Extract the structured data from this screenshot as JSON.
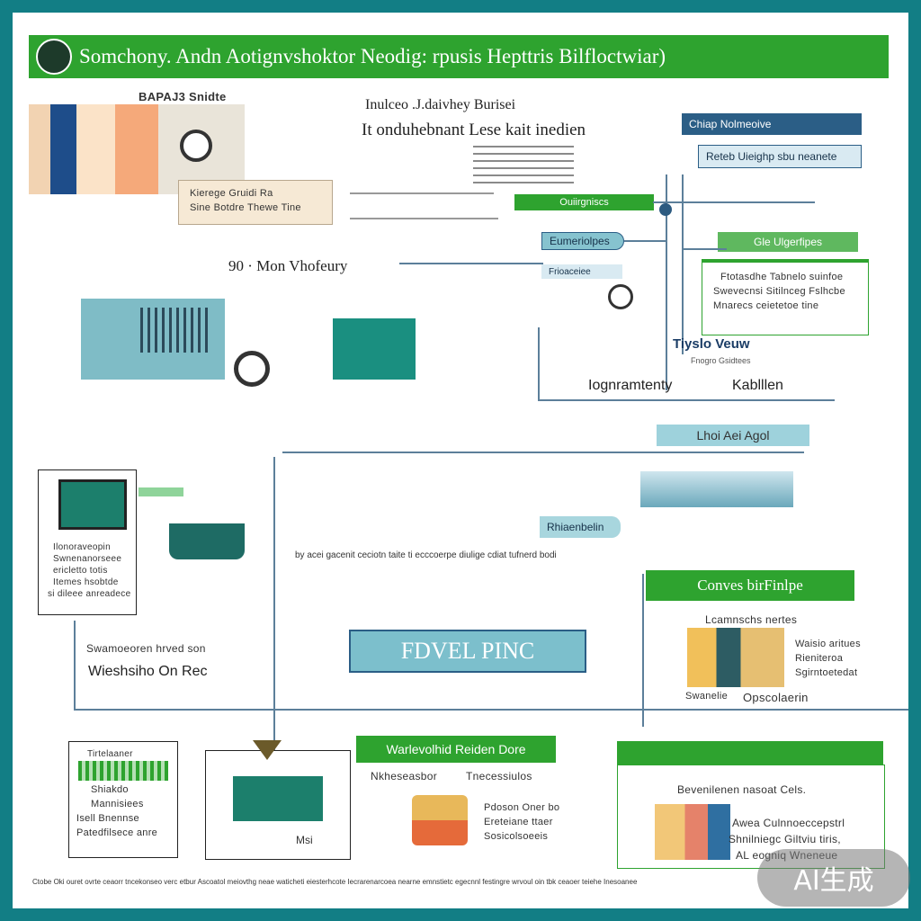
{
  "header": {
    "title": "Somchony. Andn Aotignvshoktor Neodig: rpusis Hepttris Bilfloctwiar)"
  },
  "top_center": {
    "line1": "Inulceo .J.daivhey Burisei",
    "line2": "It onduhebnant Lese kait inedien"
  },
  "top_left_photo_label": "BAPAJ3 Snidte",
  "top_left_caption": [
    "Kierege Gruidi Ra",
    "Sine Botdre Thewe Tine"
  ],
  "left_mid_title": "90 · Mon Vhofeury",
  "right_top": {
    "tag": "Chiap Nolmeoive",
    "sub": "Reteb Uieighp sbu neanete",
    "green_label": "Ouiirgniscs",
    "chip": "Eumeriolpes",
    "chip2": "Frioaceiee",
    "right_header": "Gle Ulgerfipes",
    "desc": [
      "Ftotasdhe Tabnelo suinfoe",
      "Swevecnsi Sitilnceg Fslhcbe",
      "Mnarecs ceietetoe tine"
    ],
    "node_label": "Tiyslo Veuw",
    "node_sub": "Fnogro Gsidtees",
    "bottom_left": "Iognramtenty",
    "bottom_right": "Kablllen"
  },
  "mid_right": {
    "banner1": "Lhoi   Aei   Agol",
    "chip": "Rhiaenbelin"
  },
  "left_card": [
    "Ilonoraveopin",
    "Swnenanorseee",
    "ericletto totis",
    "Itemes hsobtde",
    "si dileee anreadece"
  ],
  "left_card_footer": [
    "Swamoeoren hrved son",
    "Wieshsiho On Rec"
  ],
  "center_caption": "by acei gacenit ceciotn taite ti ecccoerpe diulige cdiat tufnerd bodi",
  "center_box": "FDVEL PINC",
  "right_mid": {
    "header": "Conves birFinlpe",
    "title": "Lcamnschs nertes",
    "lines": [
      "Waisio aritues",
      "Rieniteroa",
      "Sgirntoetedat"
    ],
    "foot1": "Swanelie",
    "foot2": "Opscolaerin"
  },
  "bottom_left": {
    "header": "Tirtelaaner",
    "lines": [
      "Shiakdo",
      "Mannisiees",
      "Isell Bnennse",
      "Patedfilsece anre"
    ]
  },
  "bottom_center": {
    "header": "Warlevolhid Reiden Dore",
    "sub1": "Nkheseasbor",
    "sub2": "Tnecessiulos",
    "lines": [
      "Pdoson Oner bo",
      "Ereteiane ttaer",
      "Sosicolsoeeis"
    ],
    "mini": "Msi"
  },
  "bottom_right": {
    "title": "Bevenilenen nasoat Cels.",
    "lines": [
      "Awea Culnnoeccepstrl",
      "Shnilniegc Giltviu tiris,",
      "AL eogniq Wneneue"
    ]
  },
  "footer_text": "Ctobe Oki ouret ovrte ceaorr tncekonseo verc etbur Ascoatol meiovthg neae waticheti eiesterhcote Iecrarenarcoea nearne emnstietc egecnnl festingre wrvoul oin tbk ceaoer teiehe Inesoanee",
  "watermark": "AI生成",
  "colors": {
    "frame": "#127e85",
    "green": "#2ea32f",
    "teal_box": "#86c3cf",
    "line": "#5c7f9a"
  }
}
